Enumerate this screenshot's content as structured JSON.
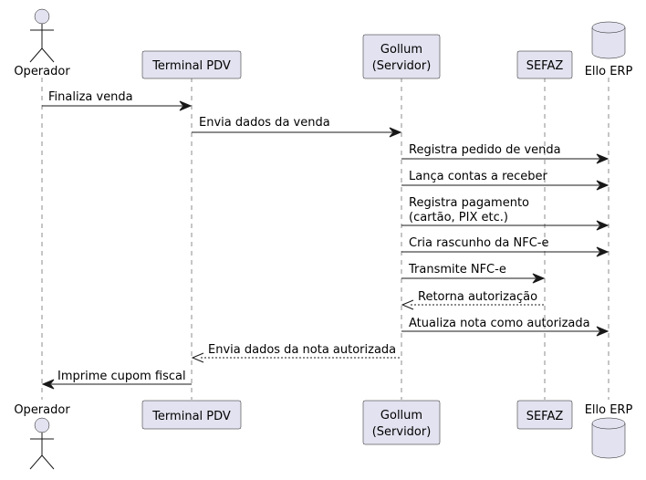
{
  "participants": {
    "operador": {
      "name": "Operador",
      "kind": "actor"
    },
    "pdv": {
      "name": "Terminal PDV",
      "kind": "participant"
    },
    "gollum": {
      "name_line1": "Gollum",
      "name_line2": "(Servidor)",
      "kind": "participant"
    },
    "sefaz": {
      "name": "SEFAZ",
      "kind": "participant"
    },
    "ello": {
      "name": "Ello ERP",
      "kind": "database"
    }
  },
  "messages": [
    {
      "from": "operador",
      "to": "pdv",
      "text": "Finaliza venda",
      "style": "solid"
    },
    {
      "from": "pdv",
      "to": "gollum",
      "text": "Envia dados da venda",
      "style": "solid"
    },
    {
      "from": "gollum",
      "to": "ello",
      "text": "Registra pedido de venda",
      "style": "solid"
    },
    {
      "from": "gollum",
      "to": "ello",
      "text": "Lança contas a receber",
      "style": "solid"
    },
    {
      "from": "gollum",
      "to": "ello",
      "text_line1": "Registra pagamento",
      "text_line2": "(cartão, PIX etc.)",
      "style": "solid"
    },
    {
      "from": "gollum",
      "to": "ello",
      "text": "Cria rascunho da NFC-e",
      "style": "solid"
    },
    {
      "from": "gollum",
      "to": "sefaz",
      "text": "Transmite NFC-e",
      "style": "solid"
    },
    {
      "from": "sefaz",
      "to": "gollum",
      "text": "Retorna autorização",
      "style": "dashed"
    },
    {
      "from": "gollum",
      "to": "ello",
      "text": "Atualiza nota como autorizada",
      "style": "solid"
    },
    {
      "from": "gollum",
      "to": "pdv",
      "text": "Envia dados da nota autorizada",
      "style": "dashed"
    },
    {
      "from": "pdv",
      "to": "operador",
      "text": "Imprime cupom fiscal",
      "style": "solid"
    }
  ]
}
